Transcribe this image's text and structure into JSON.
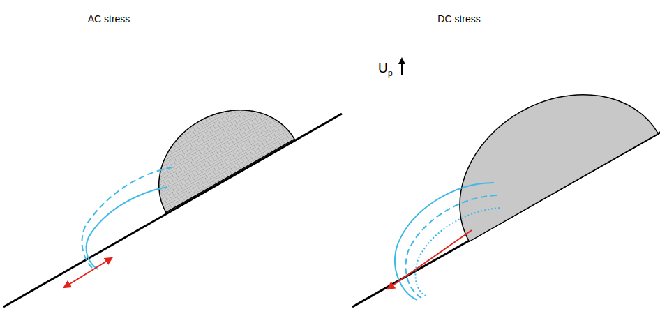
{
  "diagram": {
    "labels": [
      "AC stress",
      "DC stress",
      "U",
      "p"
    ]
  }
}
